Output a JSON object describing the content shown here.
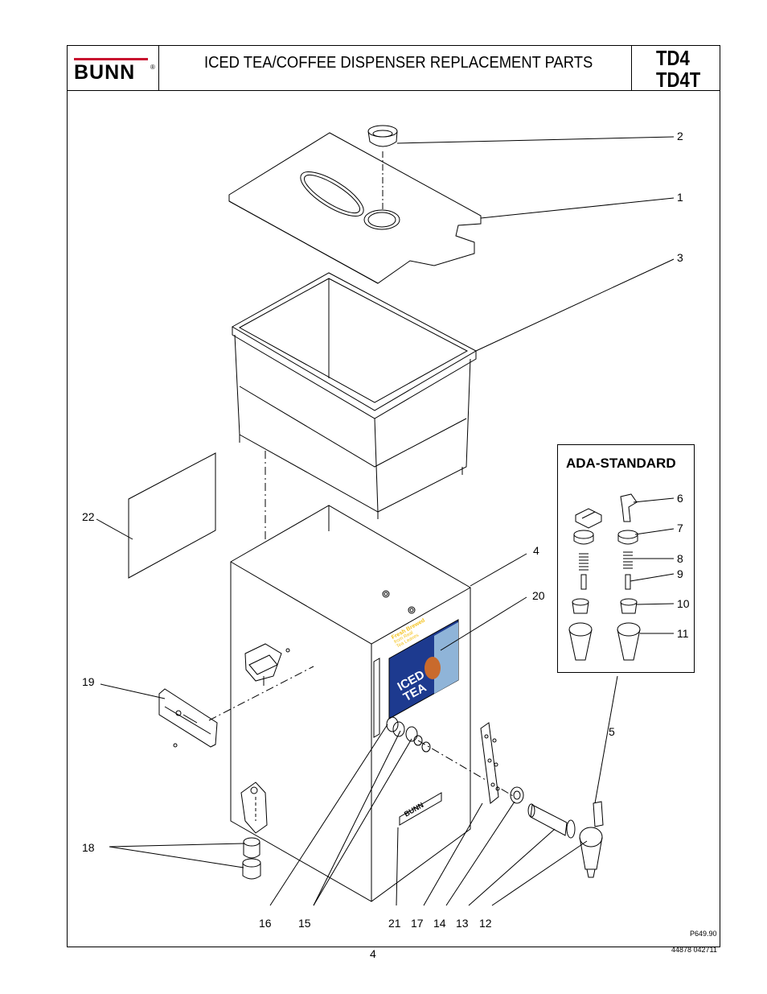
{
  "header": {
    "brand": "BUNN",
    "brand_reg": "®",
    "title": "ICED TEA/COFFEE DISPENSER REPLACEMENT PARTS",
    "model_line1": "TD4",
    "model_line2": "TD4T"
  },
  "ada": {
    "title": "ADA-STANDARD"
  },
  "callouts": {
    "c1": "1",
    "c2": "2",
    "c3": "3",
    "c4": "4",
    "c5": "5",
    "c6": "6",
    "c7": "7",
    "c8": "8",
    "c9": "9",
    "c10": "10",
    "c11": "11",
    "c12": "12",
    "c13": "13",
    "c14": "14",
    "c15": "15",
    "c16": "16",
    "c17": "17",
    "c18": "18",
    "c19": "19",
    "c20": "20",
    "c21": "21",
    "c22": "22"
  },
  "sticker": {
    "line1": "Fresh Brewed",
    "line2": "from Real",
    "line3": "Tea Leaves",
    "big1": "ICED",
    "big2": "TEA"
  },
  "cabinet_logo": "BUNN",
  "drawing_code": "P649.90",
  "doc_code": "44878 042711",
  "page_number": "4"
}
